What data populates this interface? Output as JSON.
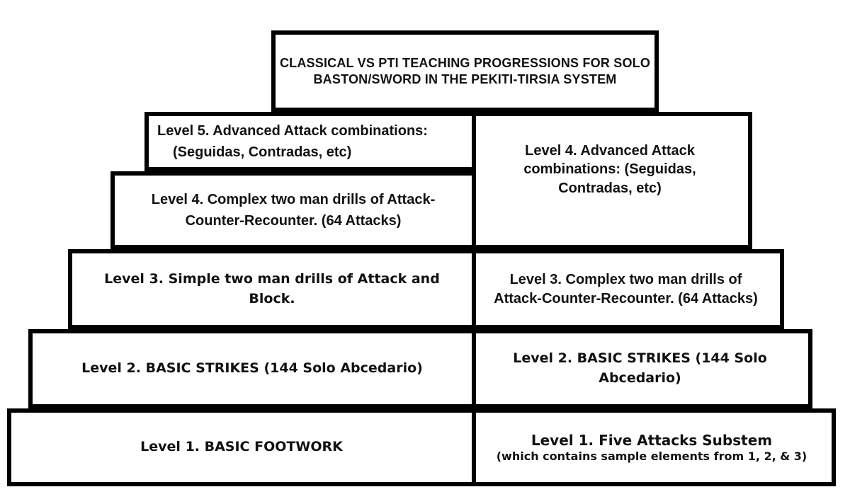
{
  "title": {
    "lines": [
      "CLASSICAL VS PTI TEACHING PROGRESSIONS FOR SOLO",
      "BASTON/SWORD IN THE PEKITI-TIRSIA SYSTEM"
    ]
  },
  "classical": {
    "level5": {
      "lines": [
        "Level 5. Advanced Attack combinations:",
        "(Seguidas, Contradas, etc)"
      ]
    },
    "level4": {
      "lines": [
        "Level 4. Complex two man drills of Attack-",
        "Counter-Recounter. (64 Attacks)"
      ]
    },
    "level3": {
      "lines": [
        "Level 3. Simple two man drills of Attack and",
        "Block."
      ]
    },
    "level2": {
      "lines": [
        "Level 2. BASIC STRIKES (144 Solo Abcedario)"
      ]
    },
    "level1": {
      "lines": [
        "Level 1. BASIC FOOTWORK"
      ]
    }
  },
  "pti": {
    "level4": {
      "lines": [
        "Level 4. Advanced Attack",
        "combinations: (Seguidas,",
        "Contradas, etc)"
      ]
    },
    "level3": {
      "lines": [
        "Level 3. Complex two man drills of",
        "Attack-Counter-Recounter. (64 Attacks)"
      ]
    },
    "level2": {
      "lines": [
        "Level 2. BASIC STRIKES (144 Solo",
        "Abcedario)"
      ]
    },
    "level1": {
      "title": "Level 1. Five Attacks Substem",
      "note": "(which contains sample elements from 1, 2, & 3)"
    }
  },
  "colors": {
    "border": "#000000",
    "box_background": "#ffffff",
    "page_background": "#ffffff",
    "text": "#111111"
  }
}
